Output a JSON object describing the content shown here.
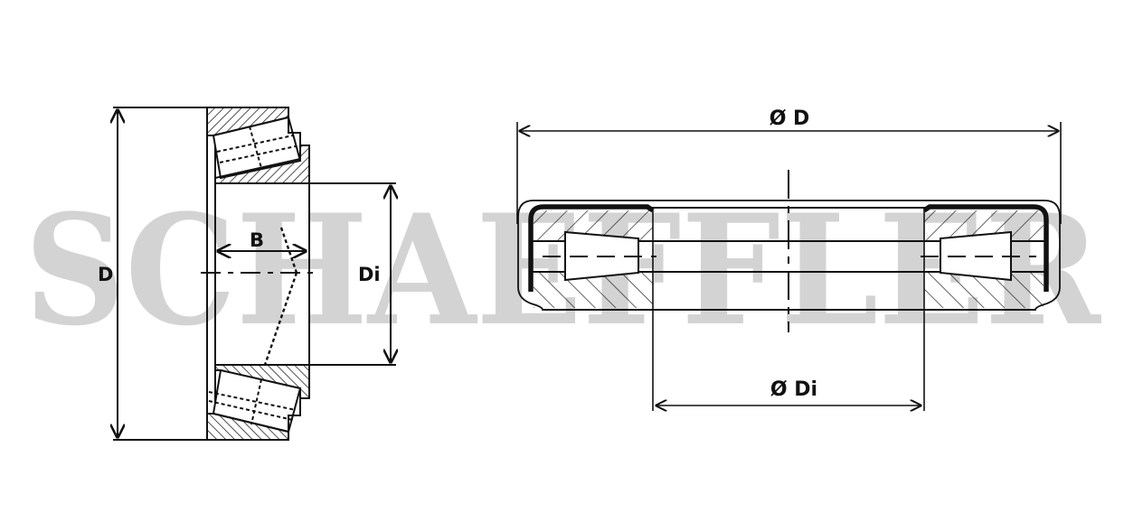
{
  "watermark": {
    "text": "SCHAEFFLER",
    "color": "#d3d3d3"
  },
  "left_view": {
    "name": "tapered roller bearing cross-section (side view)",
    "labels": {
      "outer_diameter": "D",
      "inner_diameter": "Di",
      "width": "B"
    }
  },
  "right_view": {
    "name": "thrust bearing cross-section (axial view)",
    "labels": {
      "outer_diameter": "Ø D",
      "inner_diameter": "Ø Di"
    }
  },
  "colors": {
    "line": "#111111",
    "background": "#ffffff",
    "hatch": "#222222"
  }
}
